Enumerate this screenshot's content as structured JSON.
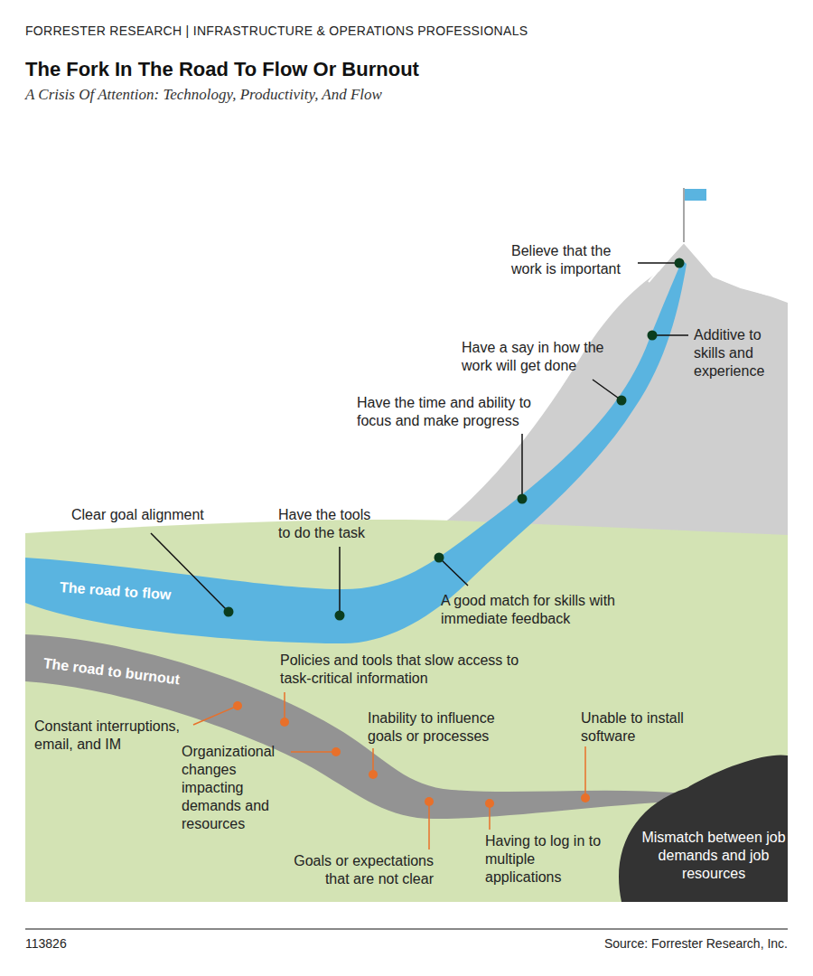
{
  "diagram": {
    "title": "The Fork In The Road To Flow Or Burnout",
    "caption": "A Crisis Of Attention: Technology, Productivity, And Flow",
    "nodes": [
      {
        "text": [
          "The road to flow"
        ]
      },
      {
        "text": [
          "The road to burnout"
        ]
      },
      {
        "text": [
          "Mismatch between job demands and job resources"
        ]
      }
    ],
    "labels": [
      "FORRESTER RESEARCH | INFRASTRUCTURE & OPERATIONS PROFESSIONALS",
      "Believe that the work is important",
      "Additive to skills and experience",
      "Have a say in how the work will get done",
      "Have the time and ability to focus and make progress",
      "Clear goal alignment",
      "Have the tools to do the task",
      "A good match for skills with immediate feedback",
      "Policies and tools that slow access to task-critical information",
      "Constant interruptions, email, and IM",
      "Organizational changes impacting demands and resources",
      "Inability to influence goals or processes",
      "Unable to install software",
      "Goals or expectations that are not clear",
      "Having to log in to multiple applications",
      "113826",
      "Source: Forrester Research, Inc."
    ]
  }
}
